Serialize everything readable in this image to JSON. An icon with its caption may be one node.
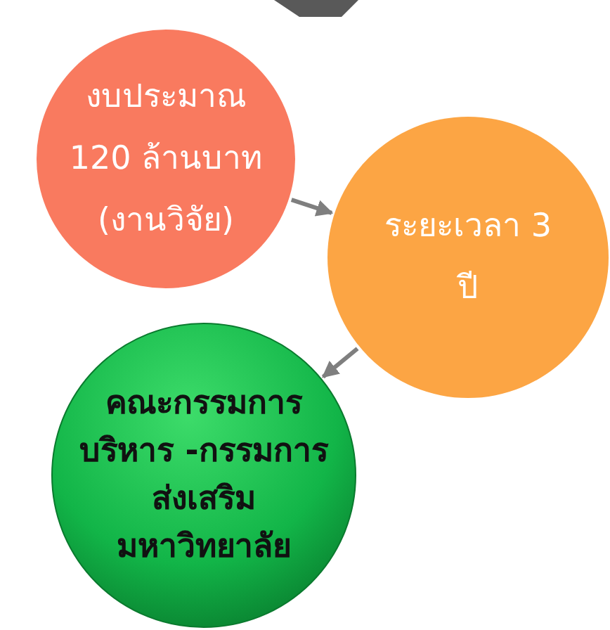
{
  "diagram": {
    "nodes": [
      {
        "text": [
          "งบประมาณ 120 ล้านบาท (งานวิจัย)"
        ]
      },
      {
        "text": [
          "ระยะเวลา 3 ปี"
        ]
      },
      {
        "text": [
          "คณะกรรมการบริหาร -กรรมการส่งเสริมมหาวิทยาลัย"
        ]
      }
    ],
    "edges": [
      {
        "from": 0,
        "to": 1,
        "arrow": "to"
      },
      {
        "from": 1,
        "to": 2,
        "arrow": "to"
      }
    ]
  }
}
